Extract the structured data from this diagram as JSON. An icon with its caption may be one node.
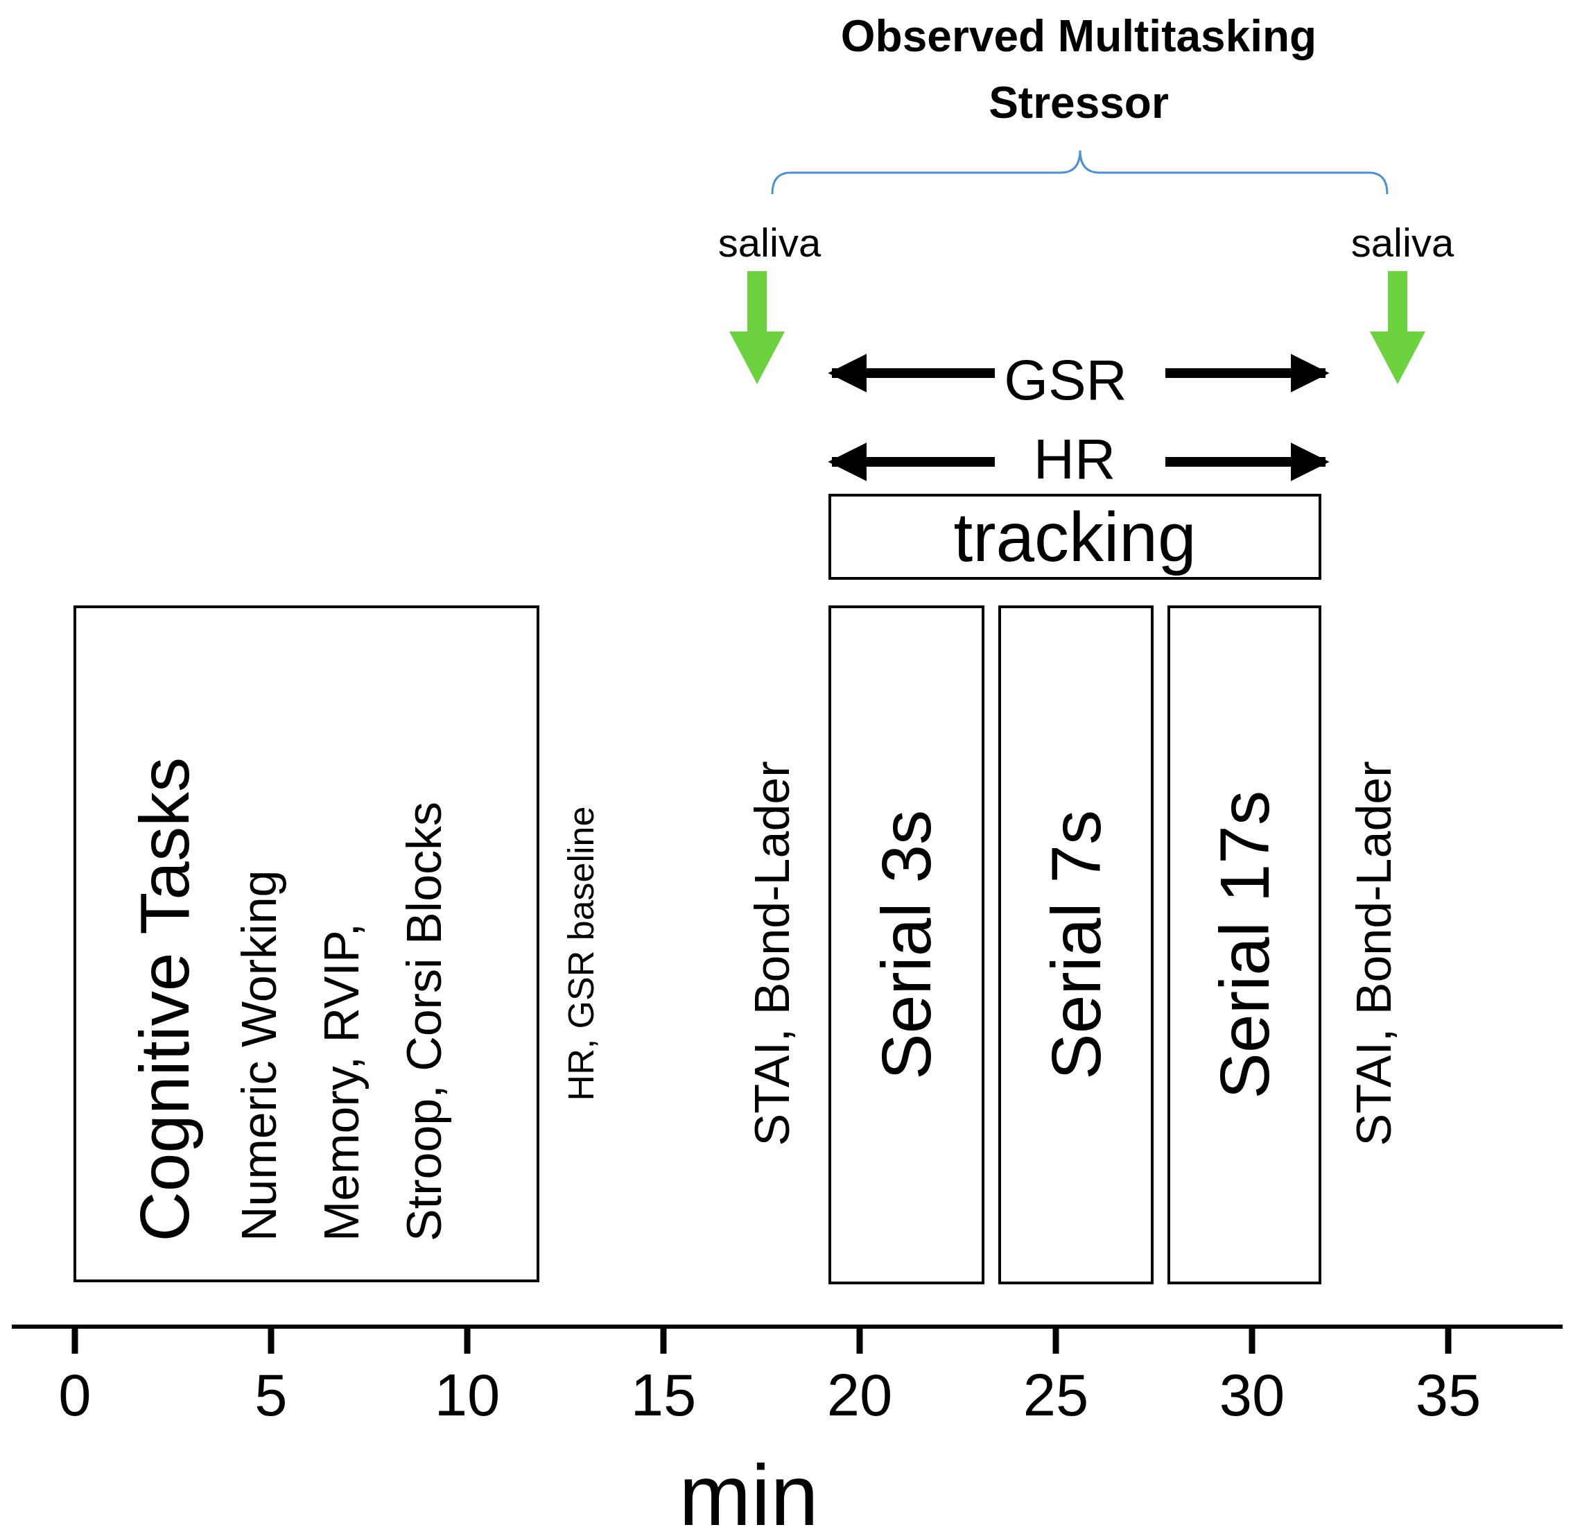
{
  "diagram": {
    "nodes": [
      {
        "text": [
          "Cognitive Tasks",
          "Numeric Working Memory, RVIP, Stroop, Corsi Blocks"
        ]
      },
      {
        "text": [
          "tracking"
        ]
      },
      {
        "text": [
          "Serial 3s"
        ]
      },
      {
        "text": [
          "Serial 7s"
        ]
      },
      {
        "text": [
          "Serial 17s"
        ]
      }
    ],
    "edges": [],
    "labels": [
      "Observed Multitasking Stressor",
      "saliva",
      "saliva",
      "GSR",
      "HR",
      "HR, GSR baseline",
      "STAI, Bond-Lader",
      "STAI, Bond-Lader",
      "0",
      "5",
      "10",
      "15",
      "20",
      "25",
      "30",
      "35",
      "min"
    ]
  }
}
